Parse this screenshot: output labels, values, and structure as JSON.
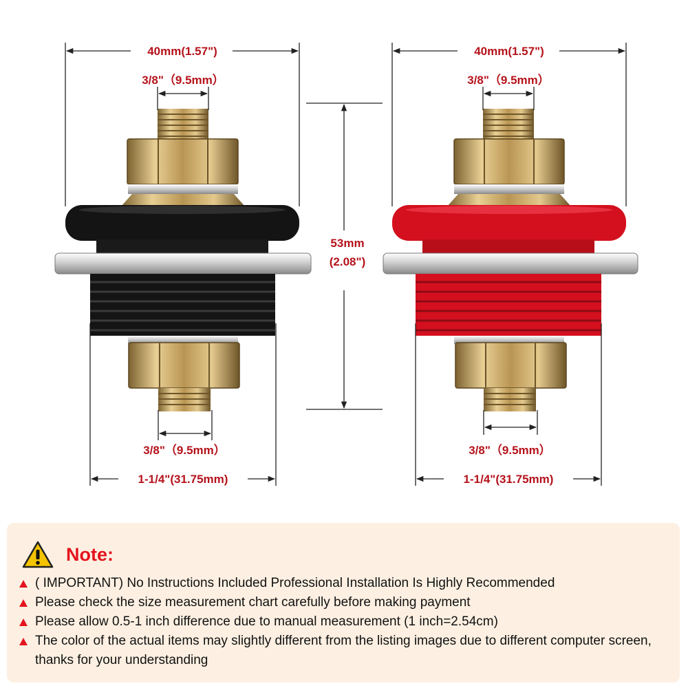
{
  "dimensions": {
    "left": {
      "width_total": "40mm(1.57\")",
      "top_thread": "3/8\"（9.5mm）",
      "bottom_thread": "3/8\"（9.5mm）",
      "base": "1-1/4\"(31.75mm)"
    },
    "right": {
      "width_total": "40mm(1.57\")",
      "top_thread": "3/8\"（9.5mm）",
      "bottom_thread": "3/8\"（9.5mm）",
      "base": "1-1/4\"(31.75mm)"
    },
    "height_value": "53mm",
    "height_imperial": "(2.08\")"
  },
  "posts": [
    {
      "name": "black-post",
      "color": "#141414",
      "highlight": "#3a3a3a"
    },
    {
      "name": "red-post",
      "color": "#d4101e",
      "highlight": "#f04050"
    }
  ],
  "colors": {
    "dimension_text": "#b5121b",
    "note_title": "#e4141e",
    "note_bullet": "#e4141e",
    "note_background": "#fdf0e2",
    "brass": "#c9a560",
    "warning_yellow": "#f5c400"
  },
  "note": {
    "icon": "warning-triangle-icon",
    "title": "Note:",
    "items": [
      "( IMPORTANT) No Instructions Included Professional Installation Is Highly Recommended",
      "Please check the size measurement chart carefully before making payment",
      "Please allow 0.5-1 inch difference due to manual measurement (1 inch=2.54cm)",
      "The color of the actual items may slightly different from the listing images due to different computer screen, thanks for your understanding"
    ]
  }
}
